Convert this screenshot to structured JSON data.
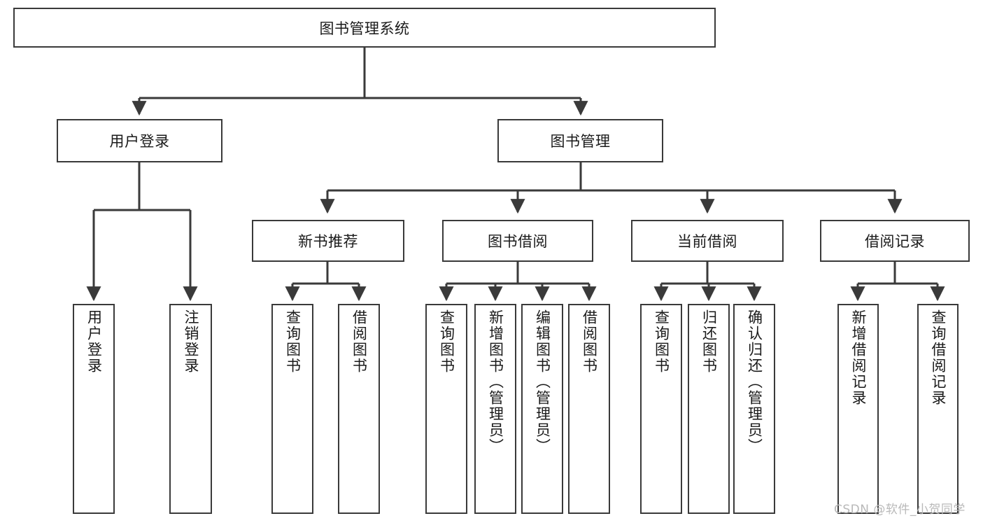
{
  "diagram": {
    "type": "tree-hierarchy-chart",
    "title": "图书管理系统",
    "watermark": "CSDN @软件_小贺同学",
    "colors": {
      "box_border": "#3a3a3a",
      "box_fill": "#ffffff",
      "edge": "#3a3a3a",
      "text": "#1a1a1a",
      "watermark": "#b9b9b9",
      "background": "#ffffff"
    },
    "levels": {
      "root": {
        "label": "图书管理系统",
        "orientation": "horizontal"
      },
      "level2": [
        {
          "label": "用户登录",
          "orientation": "horizontal"
        },
        {
          "label": "图书管理",
          "orientation": "horizontal"
        }
      ],
      "level3": [
        {
          "label": "新书推荐",
          "orientation": "horizontal",
          "parent": "图书管理"
        },
        {
          "label": "图书借阅",
          "orientation": "horizontal",
          "parent": "图书管理"
        },
        {
          "label": "当前借阅",
          "orientation": "horizontal",
          "parent": "图书管理"
        },
        {
          "label": "借阅记录",
          "orientation": "horizontal",
          "parent": "图书管理"
        }
      ],
      "leaves": [
        {
          "label": "用户登录",
          "orientation": "vertical",
          "parent": "用户登录"
        },
        {
          "label": "注销登录",
          "orientation": "vertical",
          "parent": "用户登录"
        },
        {
          "label": "查询图书",
          "orientation": "vertical",
          "parent": "新书推荐"
        },
        {
          "label": "借阅图书",
          "orientation": "vertical",
          "parent": "新书推荐"
        },
        {
          "label": "查询图书",
          "orientation": "vertical",
          "parent": "图书借阅"
        },
        {
          "label": "新增图书（管理员）",
          "orientation": "vertical",
          "parent": "图书借阅"
        },
        {
          "label": "编辑图书（管理员）",
          "orientation": "vertical",
          "parent": "图书借阅"
        },
        {
          "label": "借阅图书",
          "orientation": "vertical",
          "parent": "图书借阅"
        },
        {
          "label": "查询图书",
          "orientation": "vertical",
          "parent": "当前借阅"
        },
        {
          "label": "归还图书",
          "orientation": "vertical",
          "parent": "当前借阅"
        },
        {
          "label": "确认归还（管理员）",
          "orientation": "vertical",
          "parent": "当前借阅"
        },
        {
          "label": "新增借阅记录",
          "orientation": "vertical",
          "parent": "借阅记录"
        },
        {
          "label": "查询借阅记录",
          "orientation": "vertical",
          "parent": "借阅记录"
        }
      ]
    }
  }
}
